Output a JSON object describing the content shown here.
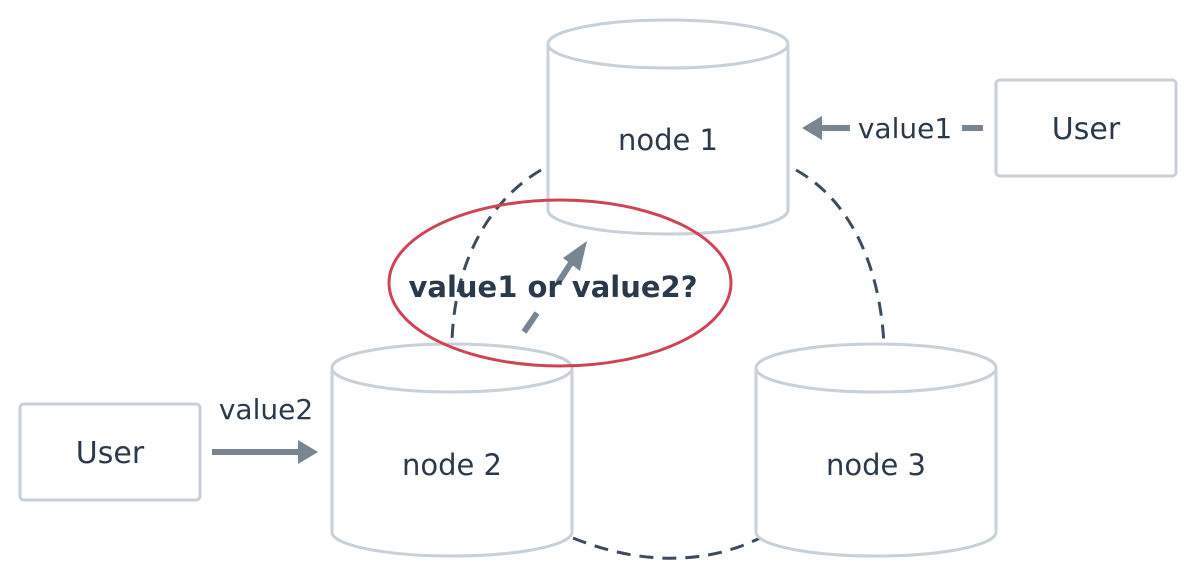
{
  "nodes": {
    "node1": {
      "label": "node 1"
    },
    "node2": {
      "label": "node 2"
    },
    "node3": {
      "label": "node 3"
    }
  },
  "users": {
    "left": {
      "label": "User"
    },
    "right": {
      "label": "User"
    }
  },
  "edges": {
    "value1": {
      "label": "value1"
    },
    "value2": {
      "label": "value2"
    }
  },
  "conflict": {
    "question": "value1 or value2?",
    "highlight_color": "#cf4455"
  },
  "colors": {
    "outline": "#c8d0d8",
    "text": "#2b3a4a",
    "dashed_link": "#3d4c5c",
    "arrow": "#798591"
  }
}
